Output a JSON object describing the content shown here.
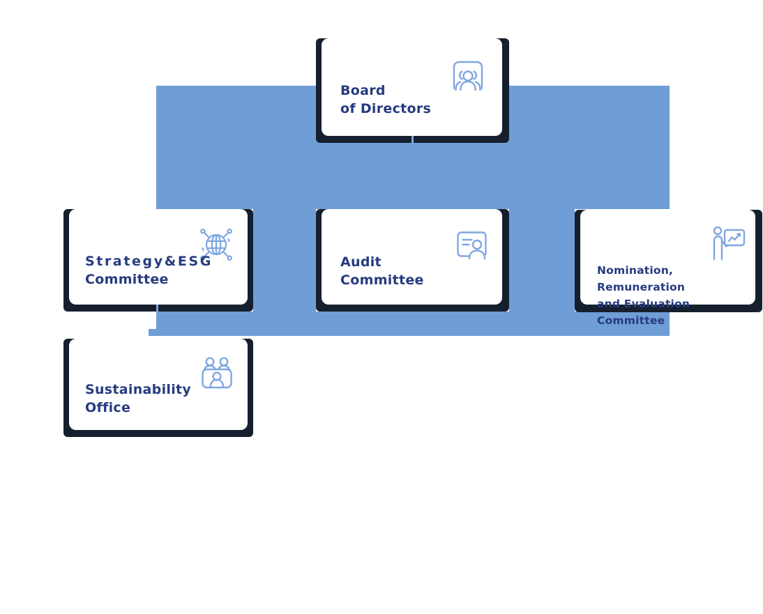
{
  "colors": {
    "page_bg": "#ffffff",
    "band": "#6F9DD6",
    "frame": "#161F2E",
    "card_bg": "#ffffff",
    "title": "#263B7F",
    "icon": "#7FA7E0",
    "connector": "#7CA6DE"
  },
  "nodes": {
    "board": {
      "line1": "Board",
      "line2": "of Directors",
      "icon": "group-in-frame-icon"
    },
    "strategy": {
      "line1": "Strategy&ESG",
      "line2": "Committee",
      "icon": "globe-network-icon"
    },
    "audit": {
      "line1": "Audit",
      "line2": "Committee",
      "icon": "document-person-icon"
    },
    "nomination": {
      "line1": "Nomination, Remuneration",
      "line2": "and Evaluation Committee",
      "icon": "presenter-chart-icon"
    },
    "sustainability": {
      "line1": "Sustainability",
      "line2": "Office",
      "icon": "people-desk-icon"
    }
  }
}
